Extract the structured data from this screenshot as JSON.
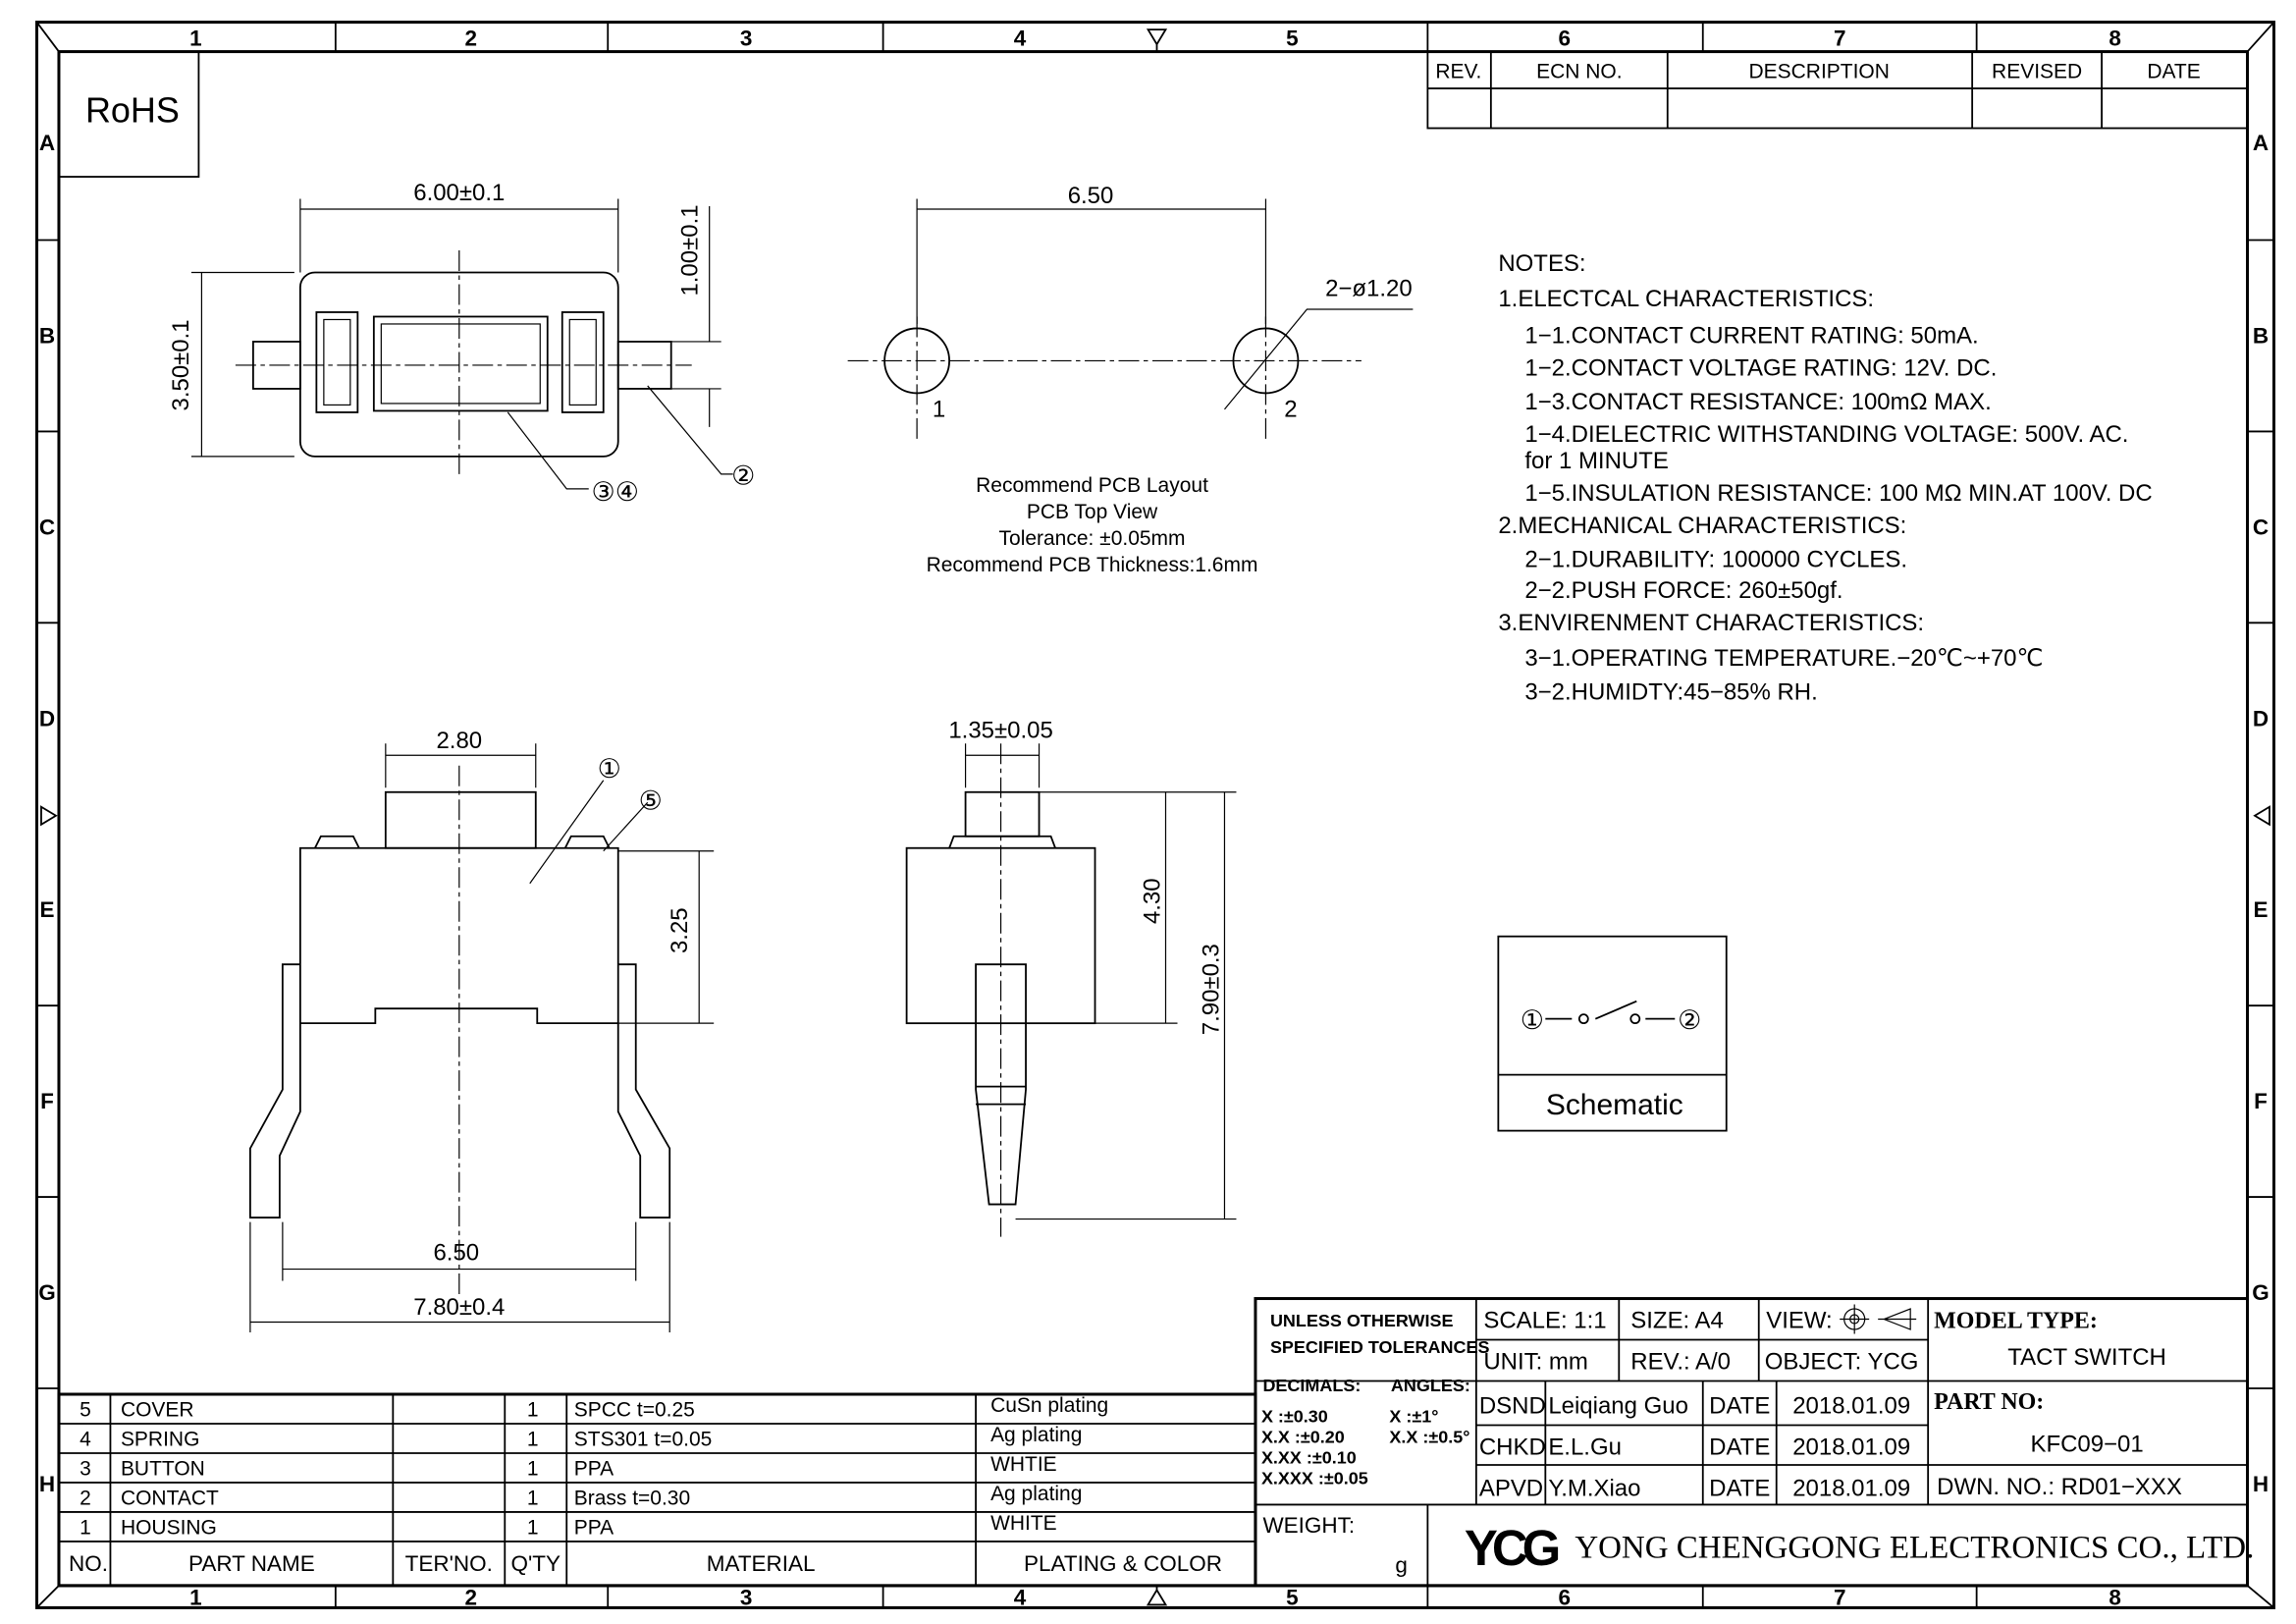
{
  "grid": {
    "cols": [
      "1",
      "2",
      "3",
      "4",
      "5",
      "6",
      "7",
      "8"
    ],
    "rows": [
      "A",
      "B",
      "C",
      "D",
      "E",
      "F",
      "G",
      "H"
    ]
  },
  "rohs": "RoHS",
  "revision_table": {
    "headers": [
      "REV.",
      "ECN NO.",
      "DESCRIPTION",
      "REVISED",
      "DATE"
    ]
  },
  "top_view": {
    "width_dim": "6.00±0.1",
    "height_dim": "3.50±0.1",
    "lead_dim": "1.00±0.1",
    "callout_a": "③④",
    "callout_b": "②"
  },
  "pcb_layout": {
    "pitch_dim": "6.50",
    "hole_dim": "2−ø1.20",
    "pin1": "1",
    "pin2": "2",
    "caption": [
      "Recommend PCB Layout",
      "PCB Top View",
      "Tolerance: ±0.05mm",
      "Recommend PCB Thickness:1.6mm"
    ]
  },
  "notes": {
    "title": "NOTES:",
    "lines": [
      {
        "text": "1.ELECTCAL CHARACTERISTICS:",
        "indent": 0
      },
      {
        "text": "1−1.CONTACT CURRENT RATING:   50mA.",
        "indent": 1
      },
      {
        "text": "1−2.CONTACT VOLTAGE RATING: 12V. DC.",
        "indent": 1
      },
      {
        "text": "1−3.CONTACT RESISTANCE: 100mΩ MAX.",
        "indent": 1
      },
      {
        "text": "1−4.DIELECTRIC WITHSTANDING VOLTAGE: 500V. AC.",
        "indent": 1
      },
      {
        "text": "for 1 MINUTE",
        "indent": 1
      },
      {
        "text": "1−5.INSULATION RESISTANCE: 100 MΩ MIN.AT 100V. DC",
        "indent": 1
      },
      {
        "text": "2.MECHANICAL CHARACTERISTICS:",
        "indent": 0
      },
      {
        "text": "2−1.DURABILITY: 100000 CYCLES.",
        "indent": 1
      },
      {
        "text": "2−2.PUSH FORCE: 260±50gf.",
        "indent": 1
      },
      {
        "text": "3.ENVIRENMENT CHARACTERISTICS:",
        "indent": 0
      },
      {
        "text": "3−1.OPERATING TEMPERATURE.−20℃~+70℃",
        "indent": 1
      },
      {
        "text": "3−2.HUMIDTY:45−85% RH.",
        "indent": 1
      }
    ]
  },
  "front_view": {
    "button_dim": "2.80",
    "height_dim": "3.25",
    "pitch_dim": "6.50",
    "overall_dim": "7.80±0.4",
    "callout_1": "①",
    "callout_5": "⑤"
  },
  "side_view": {
    "button_dim": "1.35±0.05",
    "body_dim": "4.30",
    "overall_dim": "7.90±0.3"
  },
  "schematic": {
    "pin1": "①",
    "pin2": "②",
    "label": "Schematic"
  },
  "bom": {
    "headers": [
      "NO.",
      "PART NAME",
      "TER'NO.",
      "Q'TY",
      "MATERIAL",
      "PLATING & COLOR"
    ],
    "rows": [
      {
        "no": "5",
        "name": "COVER",
        "ter": "",
        "qty": "1",
        "material": "SPCC t=0.25",
        "plating": "CuSn plating"
      },
      {
        "no": "4",
        "name": "SPRING",
        "ter": "",
        "qty": "1",
        "material": "STS301 t=0.05",
        "plating": "Ag plating"
      },
      {
        "no": "3",
        "name": "BUTTON",
        "ter": "",
        "qty": "1",
        "material": "PPA",
        "plating": "WHTIE"
      },
      {
        "no": "2",
        "name": "CONTACT",
        "ter": "",
        "qty": "1",
        "material": "Brass t=0.30",
        "plating": "Ag plating"
      },
      {
        "no": "1",
        "name": "HOUSING",
        "ter": "",
        "qty": "1",
        "material": "PPA",
        "plating": "WHITE"
      }
    ]
  },
  "title_block": {
    "tolerance_title": [
      "UNLESS OTHERWISE",
      "SPECIFIED TOLERANCES"
    ],
    "decimals_label": "DECIMALS:",
    "angles_label": "ANGLES:",
    "decimals": [
      "X    :±0.30",
      "X.X  :±0.20",
      "X.XX :±0.10",
      "X.XXX :±0.05"
    ],
    "angles": [
      "X  :±1°",
      "X.X :±0.5°"
    ],
    "scale": "SCALE: 1:1",
    "size": "SIZE: A4",
    "view": "VIEW:",
    "unit": "UNIT: mm",
    "rev": "REV.: A/0",
    "object": "OBJECT: YCG",
    "model_type_label": "MODEL TYPE:",
    "model_type": "TACT SWITCH",
    "part_no_label": "PART NO:",
    "part_no": "KFC09−01",
    "dwn_no": "DWN. NO.: RD01−XXX",
    "sign": [
      {
        "role": "DSND",
        "name": "Leiqiang Guo",
        "date_label": "DATE",
        "date": "2018.01.09"
      },
      {
        "role": "CHKD",
        "name": "E.L.Gu",
        "date_label": "DATE",
        "date": "2018.01.09"
      },
      {
        "role": "APVD",
        "name": "Y.M.Xiao",
        "date_label": "DATE",
        "date": "2018.01.09"
      }
    ],
    "weight_label": "WEIGHT:",
    "weight_unit": "g",
    "logo": "YCG",
    "company": "YONG CHENGGONG ELECTRONICS CO., LTD."
  }
}
